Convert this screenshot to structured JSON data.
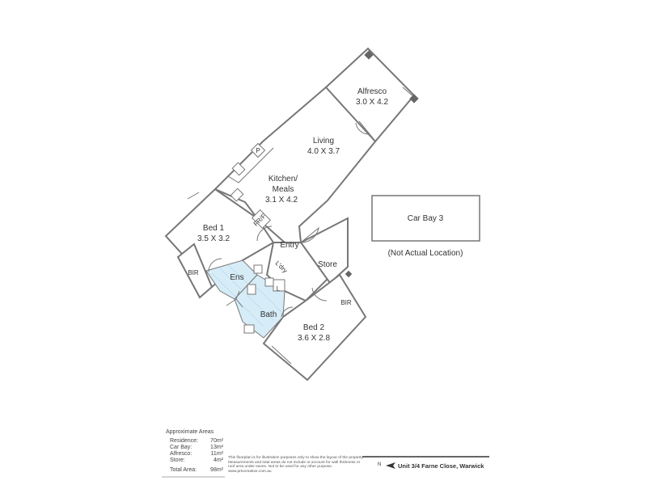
{
  "rooms": {
    "alfresco": {
      "name": "Alfresco",
      "dims": "3.0 X 4.2"
    },
    "living": {
      "name": "Living",
      "dims": "4.0 X 3.7"
    },
    "kitchen": {
      "name1": "Kitchen/",
      "name2": "Meals",
      "dims": "3.1 X 4.2"
    },
    "bed1": {
      "name": "Bed 1",
      "dims": "3.5 X 3.2"
    },
    "bed2": {
      "name": "Bed 2",
      "dims": "3.6 X 2.8"
    },
    "entry": {
      "name": "Entry"
    },
    "store": {
      "name": "Store"
    },
    "ens": {
      "name": "Ens"
    },
    "bath": {
      "name": "Bath"
    },
    "laundry": {
      "name": "L'dry"
    },
    "bir1": {
      "name": "BIR"
    },
    "bir2": {
      "name": "BIR"
    },
    "pantry": {
      "name": "P"
    },
    "fridge": {
      "name": "FR/F"
    },
    "linen": {
      "name": "L"
    }
  },
  "carbay": {
    "name": "Car Bay 3",
    "note": "(Not Actual Location)"
  },
  "areas": {
    "heading": "Approximate Areas",
    "rows": [
      {
        "label": "Residence:",
        "value": "70m²"
      },
      {
        "label": "Car Bay:",
        "value": "13m²"
      },
      {
        "label": "Alfresco:",
        "value": "11m²"
      },
      {
        "label": "Store:",
        "value": "4m²"
      }
    ],
    "total": {
      "label": "Total Area:",
      "value": "98m²"
    }
  },
  "disclaimer": "This floorplan is for illustration purposes only to show the layout of the property. Measurements and total areas do not include or account for wall thickness or roof area under eaves. Not to be used for any other purpose. www.prtocreative.com.au",
  "north_label": "N",
  "address": "Unit 3/4 Farne Close, Warwick"
}
